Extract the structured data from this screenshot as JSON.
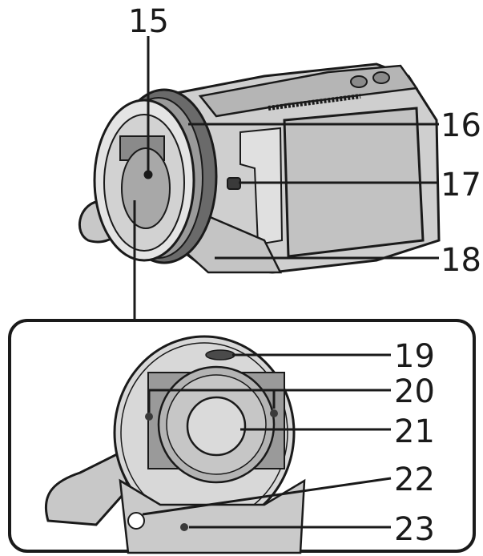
{
  "diagram": {
    "callouts": [
      {
        "id": "c15",
        "label": "15"
      },
      {
        "id": "c16",
        "label": "16"
      },
      {
        "id": "c17",
        "label": "17"
      },
      {
        "id": "c18",
        "label": "18"
      },
      {
        "id": "c19",
        "label": "19"
      },
      {
        "id": "c20",
        "label": "20"
      },
      {
        "id": "c21",
        "label": "21"
      },
      {
        "id": "c22",
        "label": "22"
      },
      {
        "id": "c23",
        "label": "23"
      }
    ]
  },
  "colors": {
    "line": "#1a1a1a",
    "body_light": "#dcdcdc",
    "body_mid": "#b8b8b8",
    "body_dark": "#7a7a7a",
    "lens_dark": "#3a3a3a"
  }
}
